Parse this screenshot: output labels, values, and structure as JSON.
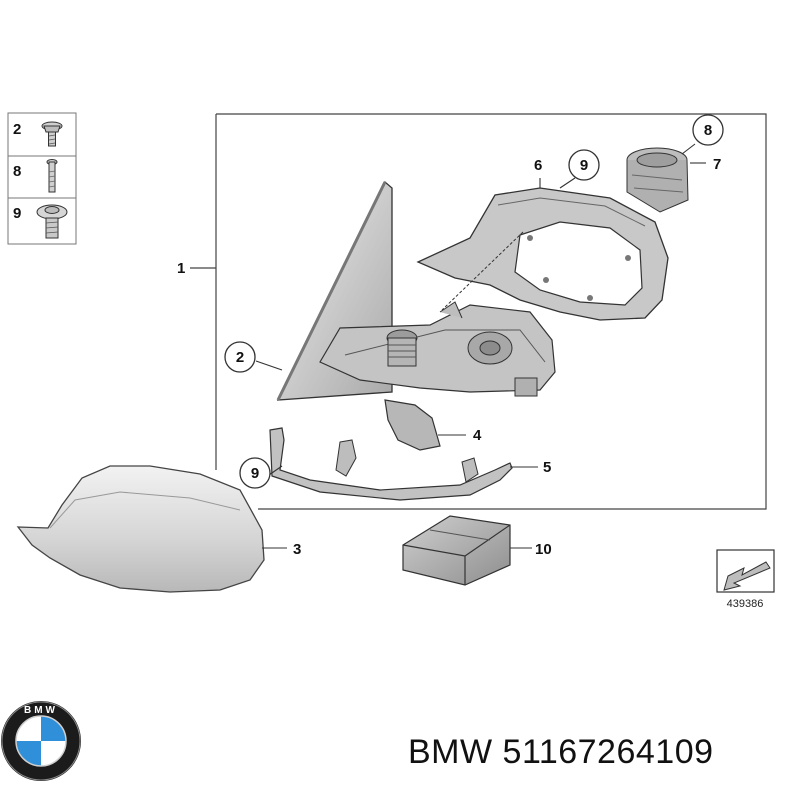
{
  "parts_table": {
    "rows": [
      {
        "number": "2",
        "icon": "screw-icon"
      },
      {
        "number": "8",
        "icon": "bolt-icon"
      },
      {
        "number": "9",
        "icon": "flange-screw-icon"
      }
    ]
  },
  "callouts": {
    "c1": "1",
    "c2": "2",
    "c3": "3",
    "c4": "4",
    "c5": "5",
    "c6": "6",
    "c7": "7",
    "c8": "8",
    "c9a": "9",
    "c9b": "9",
    "c10": "10"
  },
  "reference_number": "439386",
  "brand": {
    "logo_letters": "BMW",
    "colors": {
      "blue": "#2f8fd8",
      "white": "#ffffff",
      "ring": "#1b1b1b"
    }
  },
  "footer": {
    "title": "BMW 51167264109"
  },
  "part_colors": {
    "housing": "#bcbcbc",
    "cover": "#d9d9d9",
    "outline": "#3a3a3a"
  }
}
